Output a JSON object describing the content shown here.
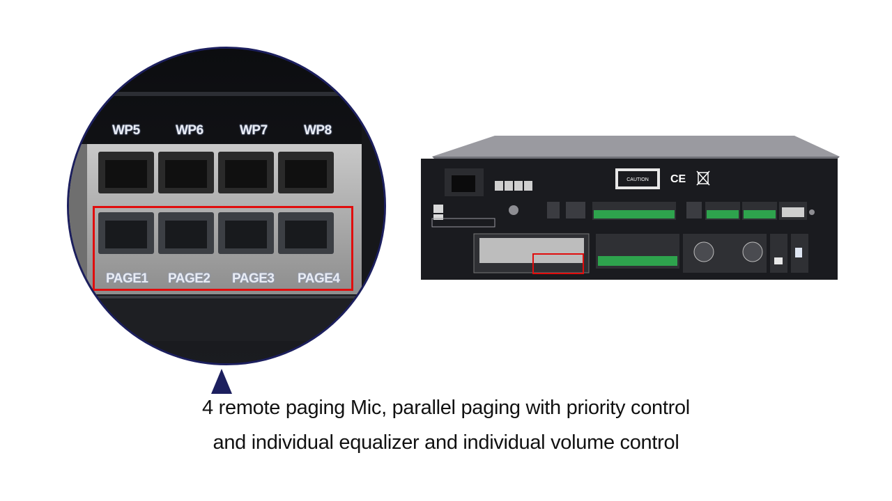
{
  "zoom": {
    "top_port_labels": [
      "WP5",
      "WP6",
      "WP7",
      "WP8"
    ],
    "page_port_labels": [
      "PAGE1",
      "PAGE2",
      "PAGE3",
      "PAGE4"
    ]
  },
  "device_panel": {
    "caution_label": "CAUTION",
    "ce_mark": "CE"
  },
  "caption": {
    "line1": "4 remote paging Mic, parallel paging with priority control",
    "line2": "and individual equalizer and individual volume control"
  },
  "colors": {
    "highlight": "#e00d0d",
    "circle_border": "#1c1f5e",
    "panel": "#1a1b1f"
  }
}
